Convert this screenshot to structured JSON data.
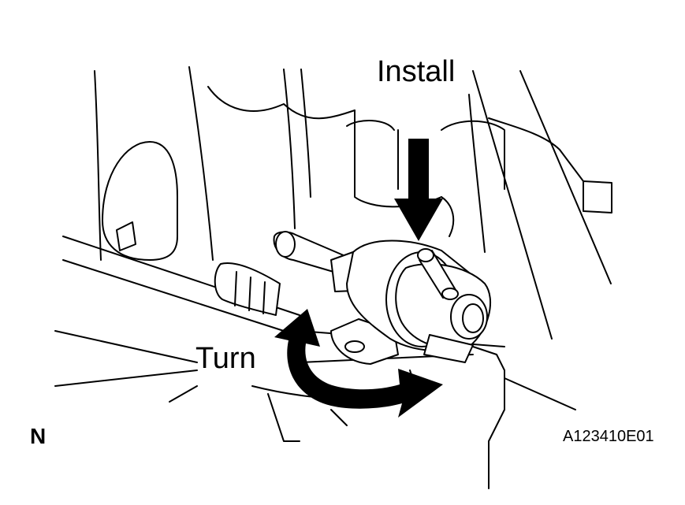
{
  "labels": {
    "install": "Install",
    "turn": "Turn",
    "view_marker": "N",
    "figure_code": "A123410E01"
  }
}
